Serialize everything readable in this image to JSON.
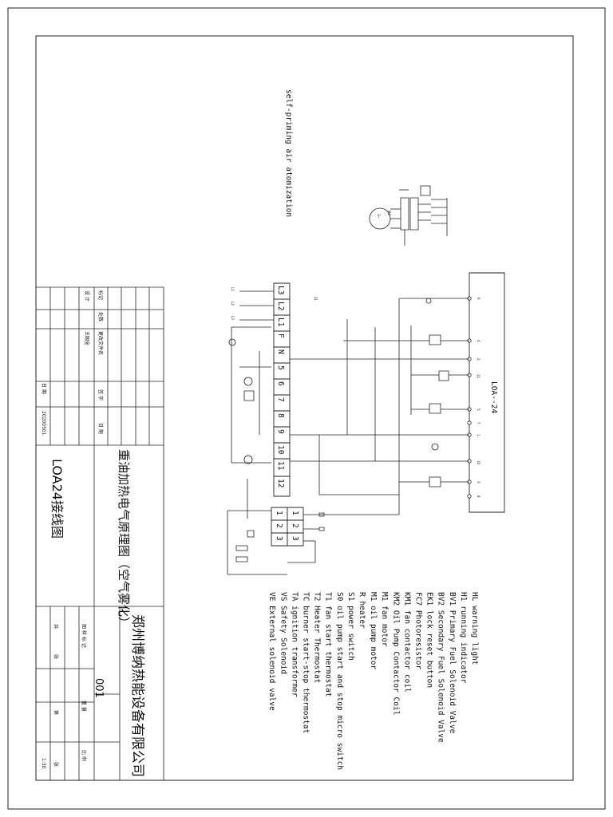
{
  "caption": "self-priming air atomization",
  "controller": "LOA--24",
  "controller_terminals": [
    "6",
    "4",
    "2",
    "11",
    "5",
    "7",
    "1",
    "10",
    "3",
    "8"
  ],
  "terminal_strip_top": [
    "L3",
    "L2",
    "L1",
    "F"
  ],
  "terminal_strip": [
    "N",
    "5",
    "6",
    "7",
    "8",
    "9",
    "10",
    "11",
    "12"
  ],
  "line_labels": [
    "L1",
    "L2",
    "L3"
  ],
  "switch_label": "S1",
  "motor_label": "M1",
  "motor_symbol": "3~",
  "lower_block_cells": [
    "1",
    "1",
    "2",
    "2",
    "3",
    "3"
  ],
  "legend": [
    "HL warning light",
    "H1 running indicator",
    "BV1 Primary Fuel Solenoid Valve",
    "BV2 Secondary Fuel Solenoid Valve",
    "EK1 lock reset button",
    "FC7 Photoresistor",
    "KM1 fan contactor coil",
    "KM2 Oil Pump Contactor Coil",
    "M1 fan motor",
    "M1 oil pump motor",
    "R heater",
    "S1 power switch",
    "S0 oil pump start and stop micro switch",
    "T1 fan start thermostat",
    "T2 Heater Thermostat",
    "TC burner start-stop thermostat",
    "TA ignition transformer",
    "VS Safety Solenoid",
    "VE External solenoid valve"
  ],
  "title_block": {
    "company": "郑州博纳热能设备有限公司",
    "drawing_title": "重油加热电气原理图（空气雾化）",
    "drawing_name": "LOA24接线图",
    "drawing_no": "001",
    "scale": "1:30",
    "date": "20200501",
    "labels": {
      "mark": "标记",
      "count": "处数",
      "change_doc": "更改文件名",
      "signature": "签 字",
      "date": "日 期",
      "design": "设 计",
      "approved": "王国全",
      "date2": "日 期",
      "stage_mark": "图 样 标 记",
      "weight": "重 量",
      "ratio": "比 例",
      "total": "共",
      "sheet": "张",
      "sheet_no": "第",
      "sheet2": "张"
    }
  }
}
